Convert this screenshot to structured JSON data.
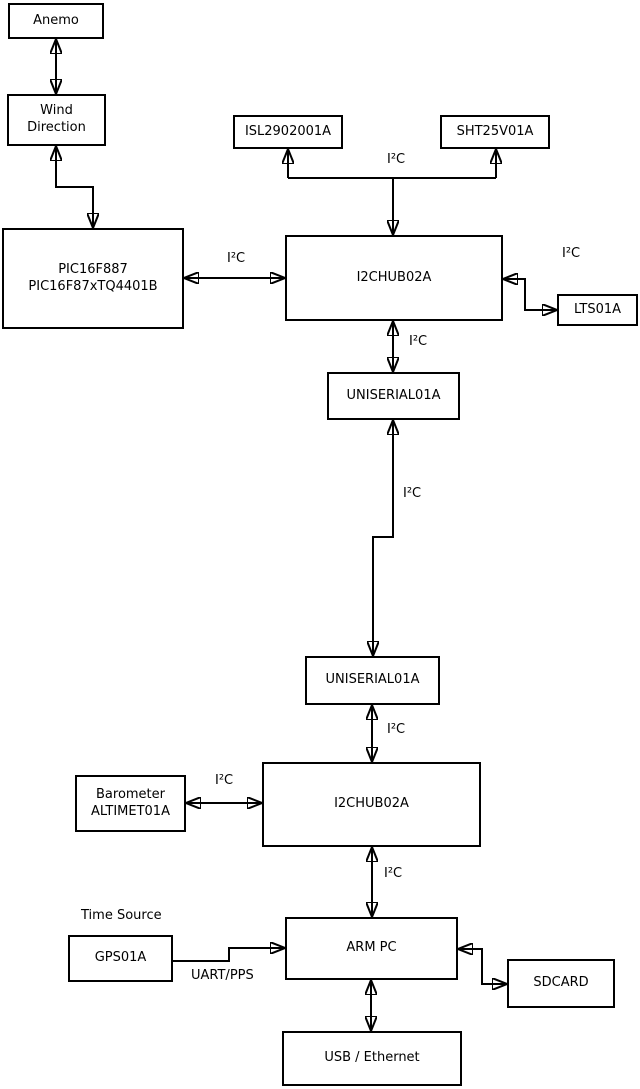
{
  "diagram": {
    "kind": "weather-station block diagram",
    "colors": {
      "stroke": "#000000",
      "background": "#ffffff",
      "box_fill": "#ffffff"
    },
    "nodes": {
      "anemo": {
        "label": "Anemo"
      },
      "wind_direction": {
        "line1": "Wind",
        "line2": "Direction"
      },
      "pic": {
        "line1": "PIC16F887",
        "line2": "PIC16F87xTQ4401B"
      },
      "isl": {
        "label": "ISL2902001A"
      },
      "sht": {
        "label": "SHT25V01A"
      },
      "hub1": {
        "label": "I2CHUB02A"
      },
      "lts": {
        "label": "LTS01A"
      },
      "uniserial1": {
        "label": "UNISERIAL01A"
      },
      "uniserial2": {
        "label": "UNISERIAL01A"
      },
      "barometer": {
        "line1": "Barometer",
        "line2": "ALTIMET01A"
      },
      "hub2": {
        "label": "I2CHUB02A"
      },
      "gps": {
        "label": "GPS01A"
      },
      "arm_pc": {
        "label": "ARM PC"
      },
      "sdcard": {
        "label": "SDCARD"
      },
      "usb": {
        "label": "USB / Ethernet"
      }
    },
    "labels": {
      "i2c_pic_hub1": "I²C",
      "i2c_bus_top": "I²C",
      "i2c_hub1_lts": "I²C",
      "i2c_hub1_uni1": "I²C",
      "i2c_uni_link": "I²C",
      "i2c_uni2_hub2": "I²C",
      "i2c_barometer": "I²C",
      "i2c_hub2_armpc": "I²C",
      "time_source": "Time Source",
      "uart_pps": "UART/PPS"
    },
    "edges": [
      {
        "from": "Anemo",
        "to": "Wind Direction",
        "label": "",
        "bidirectional": true
      },
      {
        "from": "Wind Direction",
        "to": "PIC16F887 PIC16F87xTQ4401B",
        "label": "",
        "bidirectional": true
      },
      {
        "from": "PIC16F887 PIC16F87xTQ4401B",
        "to": "I2CHUB02A (upper)",
        "label": "I²C",
        "bidirectional": true
      },
      {
        "from": "I2CHUB02A (upper)",
        "to": "ISL2902001A",
        "label": "I²C",
        "bidirectional": false
      },
      {
        "from": "I2CHUB02A (upper)",
        "to": "SHT25V01A",
        "label": "I²C",
        "bidirectional": false
      },
      {
        "from": "I2CHUB02A (upper)",
        "to": "LTS01A",
        "label": "I²C",
        "bidirectional": true
      },
      {
        "from": "I2CHUB02A (upper)",
        "to": "UNISERIAL01A (upper)",
        "label": "I²C",
        "bidirectional": true
      },
      {
        "from": "UNISERIAL01A (upper)",
        "to": "UNISERIAL01A (lower)",
        "label": "I²C",
        "bidirectional": true
      },
      {
        "from": "UNISERIAL01A (lower)",
        "to": "I2CHUB02A (lower)",
        "label": "I²C",
        "bidirectional": true
      },
      {
        "from": "Barometer ALTIMET01A",
        "to": "I2CHUB02A (lower)",
        "label": "I²C",
        "bidirectional": true
      },
      {
        "from": "I2CHUB02A (lower)",
        "to": "ARM PC",
        "label": "I²C",
        "bidirectional": true
      },
      {
        "from": "GPS01A",
        "to": "ARM PC",
        "label": "UART/PPS",
        "bidirectional": false
      },
      {
        "from": "ARM PC",
        "to": "SDCARD",
        "label": "",
        "bidirectional": true
      },
      {
        "from": "ARM PC",
        "to": "USB / Ethernet",
        "label": "",
        "bidirectional": true
      }
    ]
  }
}
